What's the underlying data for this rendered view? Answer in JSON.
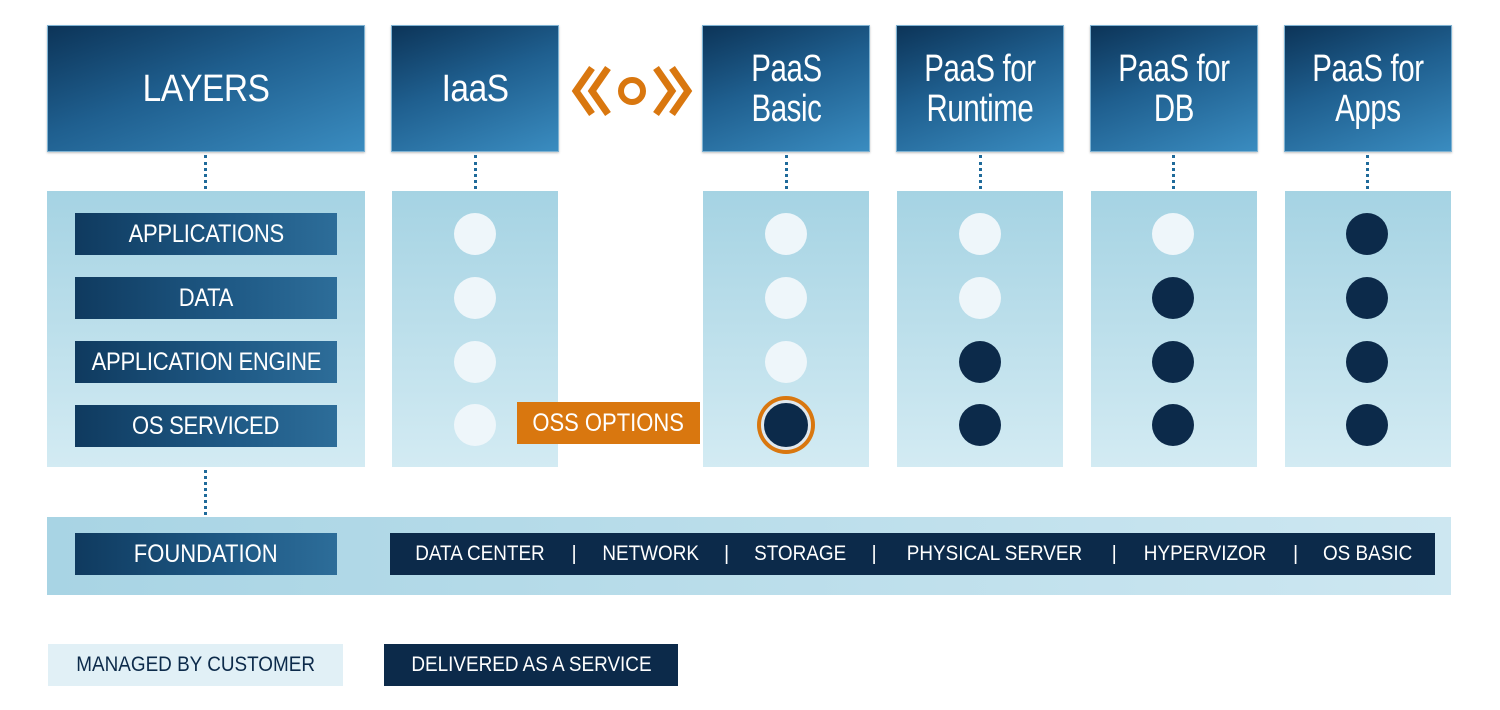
{
  "headers": {
    "layers": "LAYERS",
    "iaas": "IaaS",
    "paas_basic": [
      "PaaS",
      "Basic"
    ],
    "paas_runtime": [
      "PaaS for",
      "Runtime"
    ],
    "paas_db": [
      "PaaS for",
      "DB"
    ],
    "paas_apps": [
      "PaaS for",
      "Apps"
    ]
  },
  "layers": [
    "APPLICATIONS",
    "DATA",
    "APPLICATION ENGINE",
    "OS SERVICED"
  ],
  "columns": [
    {
      "name": "IaaS",
      "states": [
        "customer",
        "customer",
        "customer",
        "customer"
      ]
    },
    {
      "name": "PaaS Basic",
      "states": [
        "customer",
        "customer",
        "customer",
        "service-highlight"
      ]
    },
    {
      "name": "PaaS for Runtime",
      "states": [
        "customer",
        "customer",
        "service",
        "service"
      ]
    },
    {
      "name": "PaaS for DB",
      "states": [
        "customer",
        "service",
        "service",
        "service"
      ]
    },
    {
      "name": "PaaS for Apps",
      "states": [
        "service",
        "service",
        "service",
        "service"
      ]
    }
  ],
  "oss_options": "OSS OPTIONS",
  "foundation": {
    "label": "FOUNDATION",
    "items": [
      "DATA CENTER",
      "NETWORK",
      "STORAGE",
      "PHYSICAL SERVER",
      "HYPERVIZOR",
      "OS BASIC"
    ],
    "separator": "|"
  },
  "legend": {
    "customer": "MANAGED BY CUSTOMER",
    "service": "DELIVERED AS A SERVICE"
  },
  "colors": {
    "accent_orange": "#d9770f",
    "service_dark": "#0c2a4a",
    "customer_light": "#eef6fa"
  },
  "icons": {
    "connector": "double-chevron-circle-icon"
  }
}
